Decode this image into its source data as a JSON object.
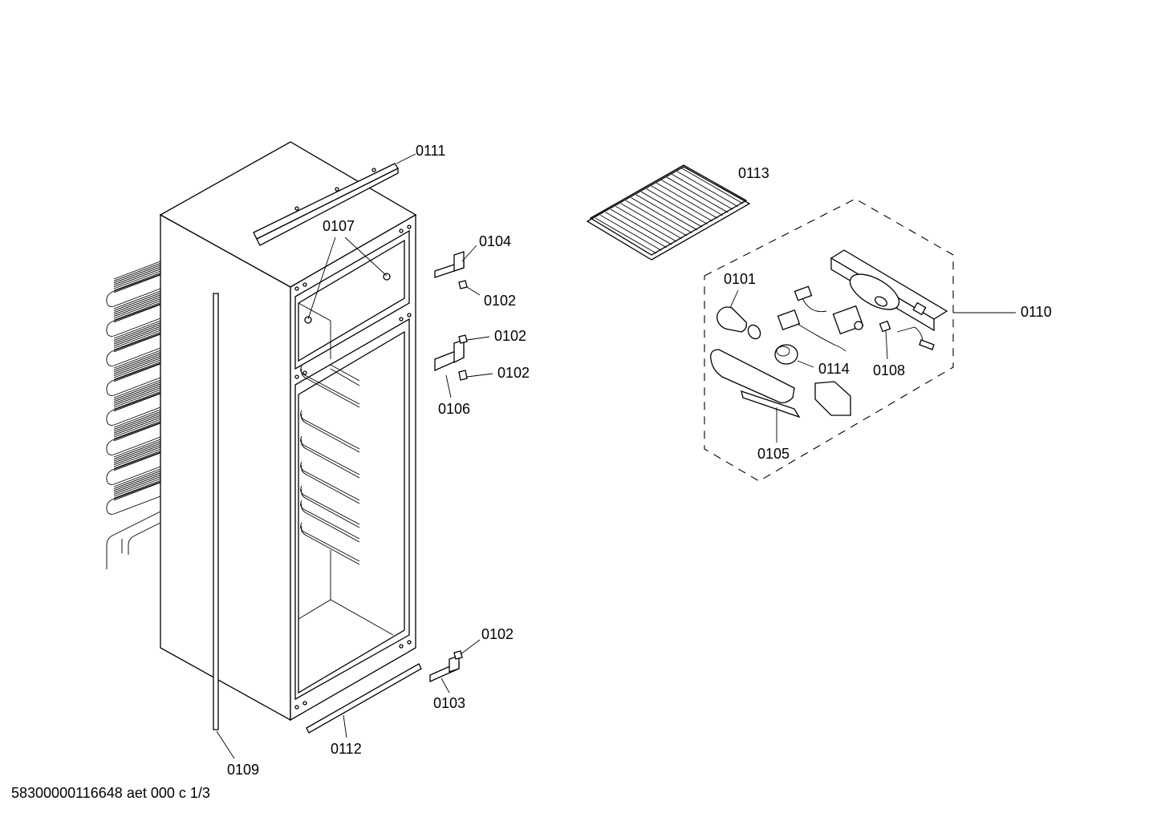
{
  "drawing_code": "58300000116648 aet 000 c 1/3",
  "parts": {
    "p0111": "0111",
    "p0107": "0107",
    "p0104": "0104",
    "p0102a": "0102",
    "p0102b": "0102",
    "p0102c": "0102",
    "p0106": "0106",
    "p0102d": "0102",
    "p0103": "0103",
    "p0112": "0112",
    "p0109": "0109",
    "p0113": "0113",
    "p0101": "0101",
    "p0110": "0110",
    "p0114": "0114",
    "p0108": "0108",
    "p0105": "0105"
  }
}
